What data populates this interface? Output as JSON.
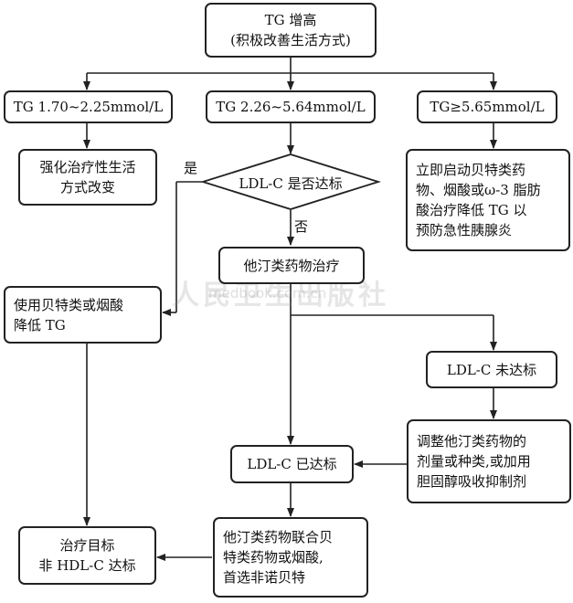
{
  "start": {
    "line1": "TG 增高",
    "line2": "(积极改善生活方式)"
  },
  "branches": {
    "left": "TG 1.70~2.25mmol/L",
    "middle": "TG 2.26~5.64mmol/L",
    "right": "TG≥5.65mmol/L"
  },
  "lifestyle": {
    "line1": "强化治疗性生活",
    "line2": "方式改变"
  },
  "decision": {
    "text": "LDL-C 是否达标",
    "yes_label": "是",
    "no_label": "否"
  },
  "immediate": {
    "line1": "立即启动贝特类药",
    "line2": "物、烟酸或ω-3 脂肪",
    "line3": "酸治疗降低 TG 以",
    "line4": "预防急性胰腺炎"
  },
  "fibrate": {
    "line1": "使用贝特类或烟酸",
    "line2": "降低 TG"
  },
  "statin": {
    "text": "他汀类药物治疗"
  },
  "ldl_not_met": {
    "text": "LDL-C 未达标"
  },
  "adjust": {
    "line1": "调整他汀类药物的",
    "line2": "剂量或种类,或加用",
    "line3": "胆固醇吸收抑制剂"
  },
  "ldl_met": {
    "text": "LDL-C 已达标"
  },
  "combo": {
    "line1": "他汀类药物联合贝",
    "line2": "特类药物或烟酸,",
    "line3": "首选非诺贝特"
  },
  "goal": {
    "line1": "治疗目标",
    "line2": "非 HDL-C 达标"
  },
  "watermark": {
    "text": "人民卫生出版社",
    "url": "medbook.com.cn"
  }
}
